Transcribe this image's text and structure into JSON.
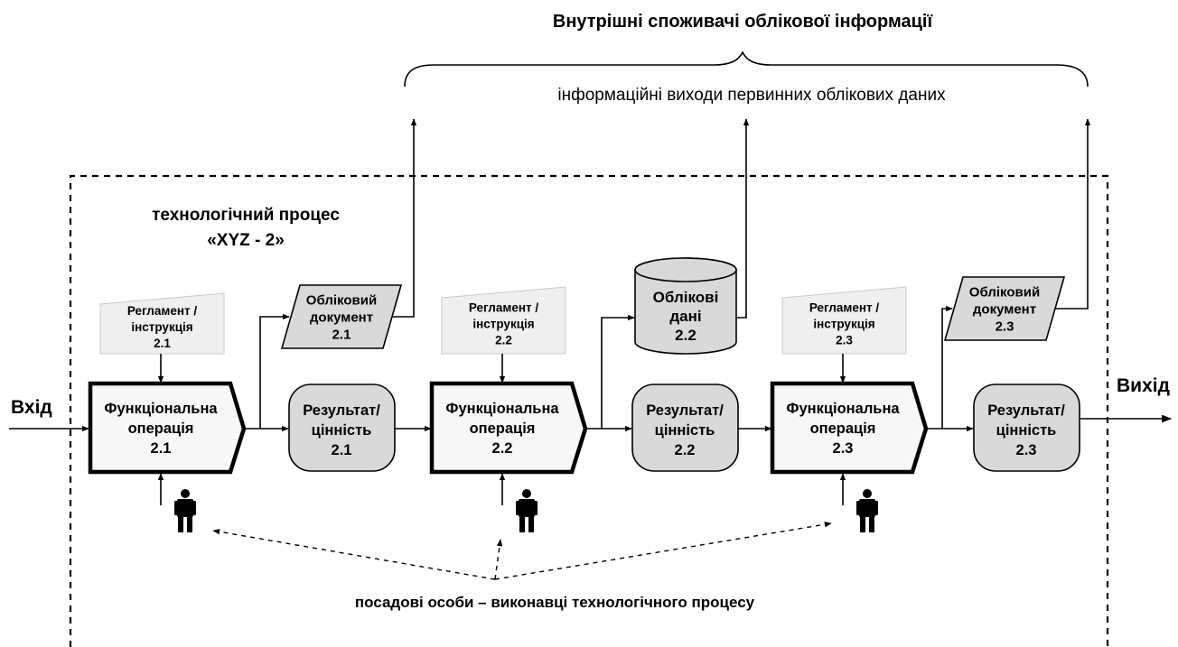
{
  "header": {
    "consumers_title": "Внутрішні споживачі облікової інформації",
    "outputs_label": "інформаційні виходи первинних облікових даних"
  },
  "process": {
    "title_line1": "технологічний процес",
    "title_line2": "«XYZ - 2»"
  },
  "io": {
    "input_label": "Вхід",
    "output_label": "Вихід"
  },
  "stages": [
    {
      "regulation": [
        "Регламент /",
        "інструкція",
        "2.1"
      ],
      "operation": [
        "Функціональна",
        "операція",
        "2.1"
      ],
      "result": [
        "Результат/",
        "цінність",
        "2.1"
      ],
      "output_kind": "document",
      "output": [
        "Обліковий",
        "документ",
        "2.1"
      ]
    },
    {
      "regulation": [
        "Регламент /",
        "інструкція",
        "2.2"
      ],
      "operation": [
        "Функціональна",
        "операція",
        "2.2"
      ],
      "result": [
        "Результат/",
        "цінність",
        "2.2"
      ],
      "output_kind": "database",
      "output": [
        "Облікові",
        "дані",
        "2.2"
      ]
    },
    {
      "regulation": [
        "Регламент /",
        "інструкція",
        "2.3"
      ],
      "operation": [
        "Функціональна",
        "операція",
        "2.3"
      ],
      "result": [
        "Результат/",
        "цінність",
        "2.3"
      ],
      "output_kind": "document",
      "output": [
        "Обліковий",
        "документ",
        "2.3"
      ]
    }
  ],
  "footer": {
    "performers_label": "посадові особи – виконавці технологічного процесу"
  },
  "colors": {
    "shape_fill": "#d9d9d9",
    "regulation_fill": "#efefef",
    "operation_fill": "#f7f7f7",
    "line": "#000000"
  },
  "icons": [
    "person-icon"
  ]
}
